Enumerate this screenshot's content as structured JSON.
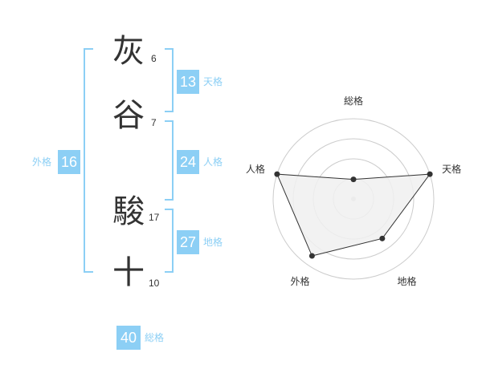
{
  "name": {
    "chars": [
      {
        "char": "灰",
        "strokes": "6"
      },
      {
        "char": "谷",
        "strokes": "7"
      },
      {
        "char": "駿",
        "strokes": "17"
      },
      {
        "char": "十",
        "strokes": "10"
      }
    ]
  },
  "kaku": {
    "tenkaku": {
      "value": "13",
      "label": "天格"
    },
    "jinkaku": {
      "value": "24",
      "label": "人格"
    },
    "chikaku": {
      "value": "27",
      "label": "地格"
    },
    "gaikaku": {
      "value": "16",
      "label": "外格"
    },
    "soukaku": {
      "value": "40",
      "label": "総格"
    }
  },
  "radar": {
    "axes": [
      "総格",
      "天格",
      "地格",
      "外格",
      "人格"
    ],
    "values": [
      1,
      4.1,
      2.5,
      3.6,
      4.1
    ],
    "max": 4.1,
    "rings": 4,
    "fill_color": "#f0f0f0",
    "line_color": "#333333",
    "ring_color": "#cccccc"
  },
  "colors": {
    "accent": "#8ccff5"
  }
}
